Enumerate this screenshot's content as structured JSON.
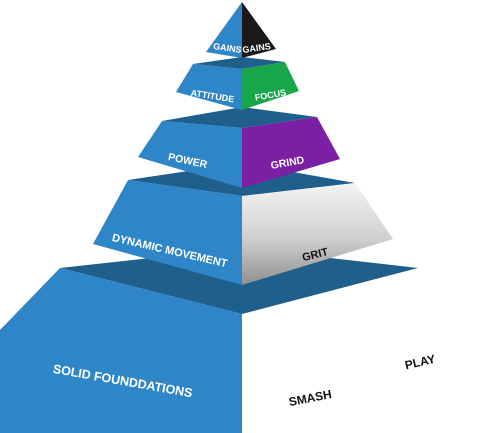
{
  "colors": {
    "blue_face": "#2e86c8",
    "blue_shelf": "#1f5f8b",
    "black": "#1a1a1a",
    "green": "#18a64b",
    "purple": "#7b1fa5",
    "silver_light": "#f3f3f3",
    "silver_dark": "#9a9a9a",
    "label_light": "#ffffff",
    "label_dark": "#111111"
  },
  "pyramid": {
    "levels": [
      {
        "left_label": "GAINS",
        "right_label": "GAINS",
        "right_style": "black"
      },
      {
        "left_label": "ATTITUDE",
        "right_label": "FOCUS",
        "right_style": "green"
      },
      {
        "left_label": "POWER",
        "right_label": "GRIND",
        "right_style": "purple"
      },
      {
        "left_label": "DYNAMIC MOVEMENT",
        "right_label": "GRIT",
        "right_style": "silver"
      },
      {
        "left_label": "SOLID FOUNDDATIONS",
        "right_label": "SMASH",
        "right_style": "none"
      }
    ],
    "extra_label": "PLAY"
  }
}
